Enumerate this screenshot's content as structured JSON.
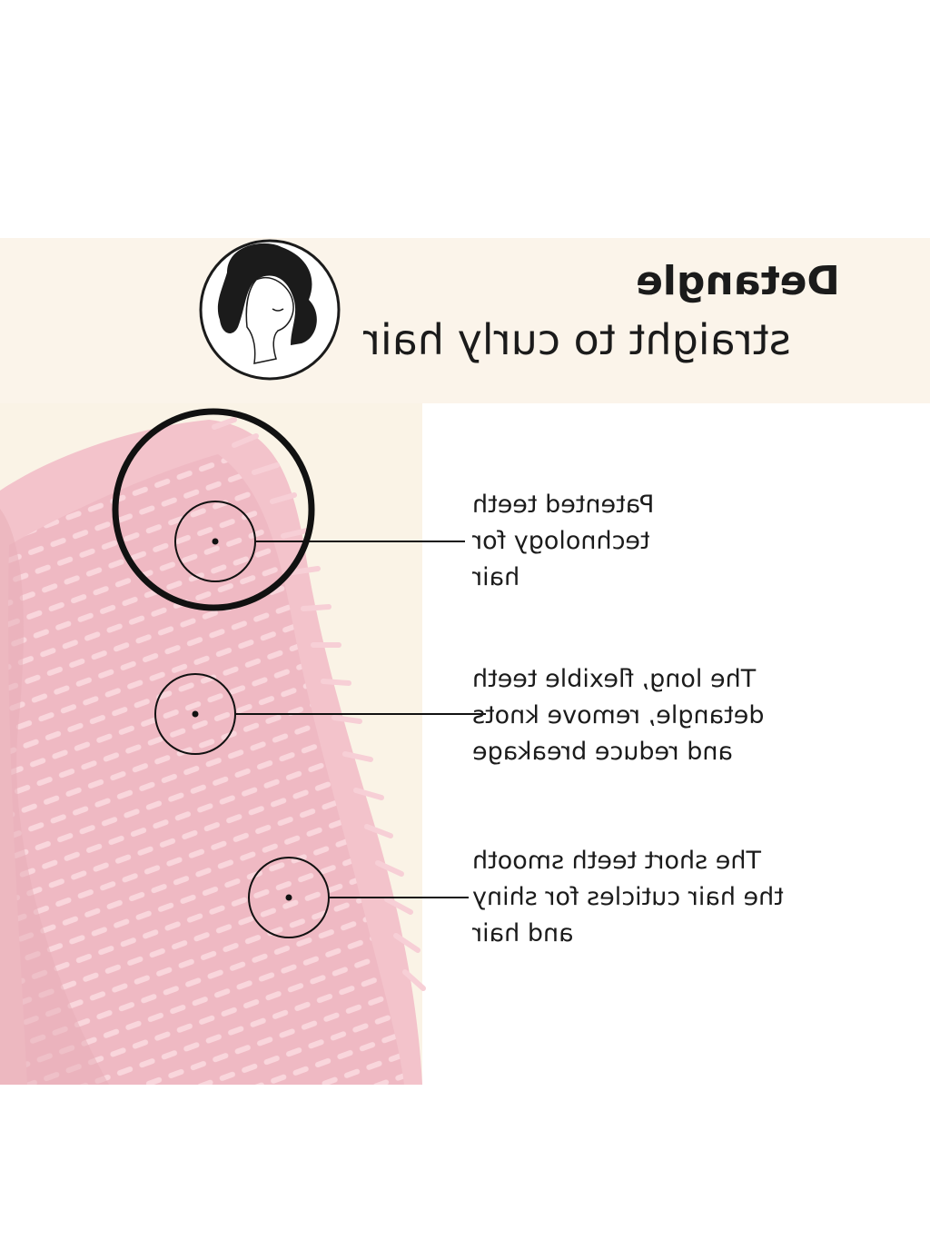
{
  "header": {
    "title": "Detangle",
    "subtitle": "straight to curly hair"
  },
  "features": [
    {
      "lines": [
        "Patented teeth",
        "technology for",
        "hair"
      ]
    },
    {
      "lines": [
        "The long, flexible teeth",
        "detangle, remove knots",
        "and reduce breakage"
      ]
    },
    {
      "lines": [
        "The short teeth smooth",
        "the hair cuticles for shiny",
        "and hair"
      ]
    }
  ],
  "colors": {
    "brush_body": "#f3c3cb",
    "brush_teeth": "#f8d2d8",
    "brush_shadow": "#e7aeb8",
    "cream": "#fbf4ea",
    "text": "#1b1b1b"
  },
  "icons": [
    "woman-hair-icon",
    "brush-illustration"
  ]
}
